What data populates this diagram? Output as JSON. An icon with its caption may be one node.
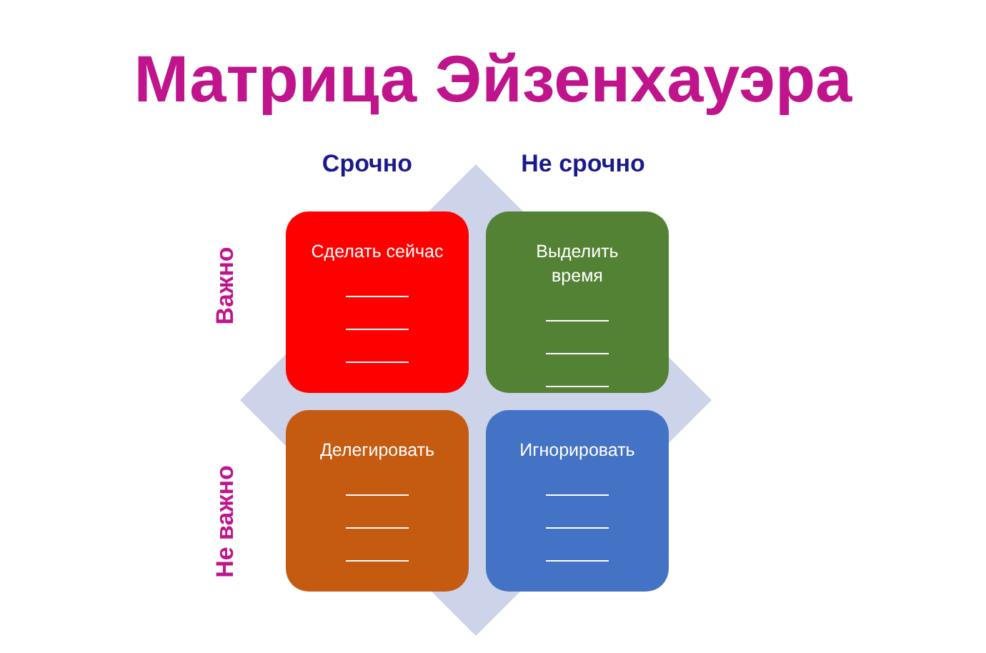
{
  "diagram": {
    "title": "Матрица Эйзенхауэра",
    "nodes": [
      {
        "text": [
          "Сделать сейчас"
        ]
      },
      {
        "text": [
          "Выделить время"
        ]
      },
      {
        "text": [
          "Делегировать"
        ]
      },
      {
        "text": [
          "Игнорировать"
        ]
      }
    ],
    "labels": [
      "Срочно",
      "Не срочно",
      "Важно",
      "Не важно"
    ]
  }
}
